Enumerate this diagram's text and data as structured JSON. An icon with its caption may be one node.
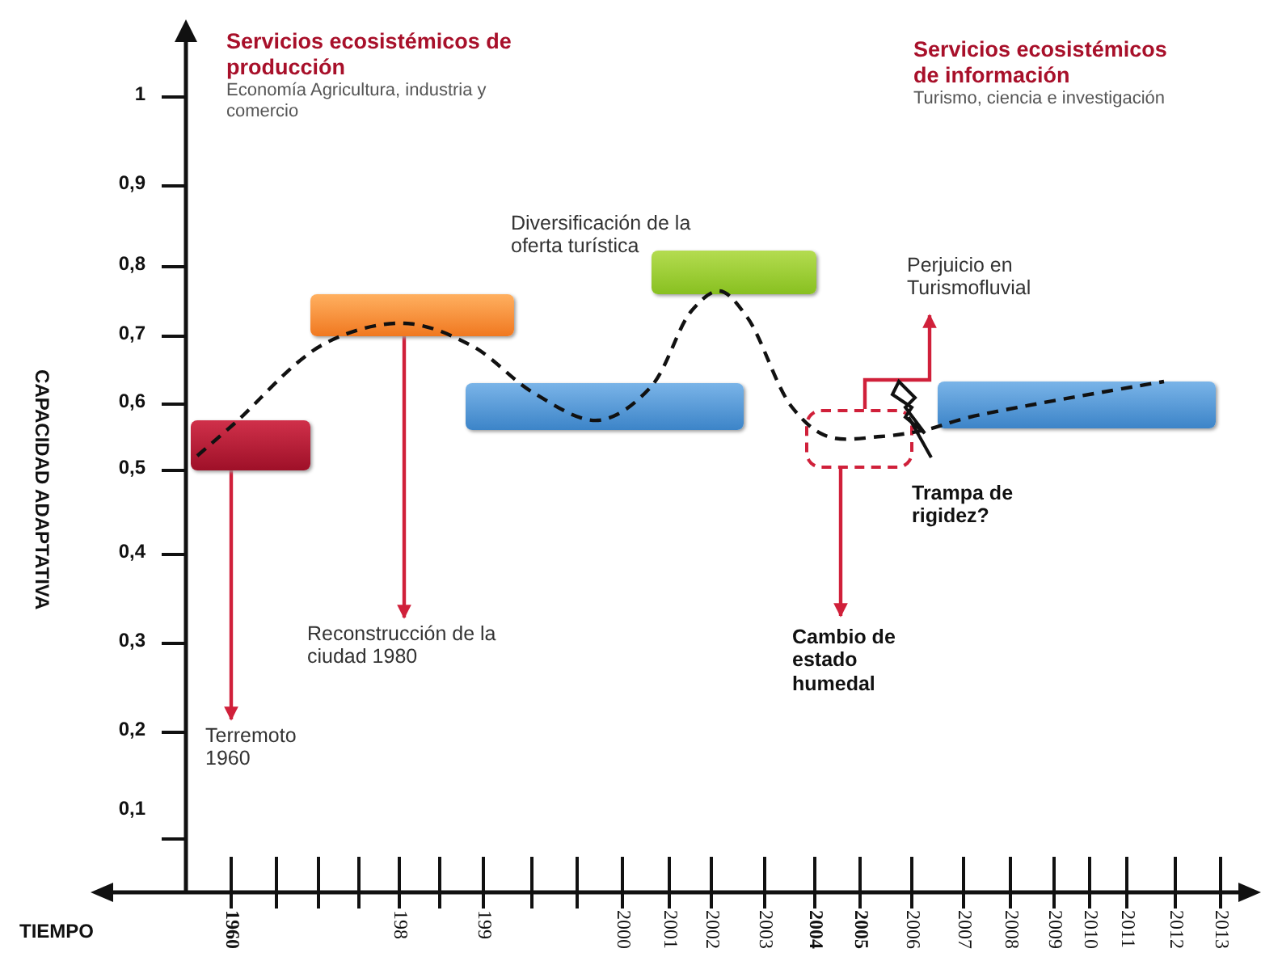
{
  "diagram": {
    "nodes": [
      {
        "text": [],
        "shape": "box"
      },
      {
        "text": [],
        "shape": "box"
      },
      {
        "text": [],
        "shape": "box"
      },
      {
        "text": [],
        "shape": "box",
        "beside": [
          "Diversificación de la oferta turística"
        ]
      },
      {
        "text": [],
        "shape": "box"
      },
      {
        "text": [],
        "shape": "box"
      },
      {
        "text": [
          "Terremoto 1960"
        ]
      },
      {
        "text": [
          "Reconstrucción de la ciudad 1980"
        ]
      },
      {
        "text": [
          "Cambio de estado humedal"
        ]
      },
      {
        "text": [
          "Perjuicio en Turismofluvial"
        ]
      }
    ],
    "edges": [
      {
        "from": 0,
        "to": 6,
        "arrow": "to"
      },
      {
        "from": 1,
        "to": 7,
        "arrow": "to"
      },
      {
        "from": 4,
        "to": 8,
        "arrow": "to"
      },
      {
        "from": 4,
        "to": 9,
        "arrow": "to"
      }
    ],
    "labels": [
      "Servicios ecosistémicos de producción",
      "Economía Agricultura, industria y comercio",
      "Servicios ecosistémicos de información",
      "Turismo, ciencia e investigación",
      "Trampa de rigidez?",
      "CAPACIDAD ADAPTATIVA",
      "1",
      "0,9",
      "0,8",
      "0,7",
      "0,6",
      "0,5",
      "0,4",
      "0,3",
      "0,2",
      "0,1",
      "TIEMPO",
      "1960",
      "198",
      "199",
      "2000",
      "2001",
      "2002",
      "2003",
      "2004",
      "2005",
      "2006",
      "2007",
      "2008",
      "2009",
      "2010",
      "2011",
      "2012",
      "2013"
    ]
  }
}
